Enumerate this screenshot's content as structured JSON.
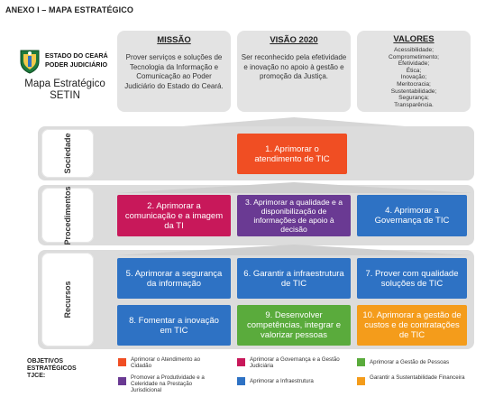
{
  "header": {
    "annex_title": "ANEXO I – MAPA ESTRATÉGICO"
  },
  "org": {
    "line1": "ESTADO DO CEARÁ",
    "line2": "PODER JUDICIÁRIO"
  },
  "map_title": "Mapa Estratégico SETIN",
  "mission": {
    "title": "MISSÃO",
    "text": "Prover serviços e soluções de Tecnologia da Informação e Comunicação ao Poder Judiciário do Estado do Ceará."
  },
  "vision": {
    "title": "VISÃO 2020",
    "text": "Ser reconhecido pela efetividade e inovação no apoio à gestão e promoção da Justiça."
  },
  "values": {
    "title": "VALORES",
    "items": [
      "Acessibilidade;",
      "Comprometimento;",
      "Efetividade;",
      "Ética;",
      "Inovação;",
      "Meritocracia;",
      "Sustentabilidade;",
      "Segurança;",
      "Transparência."
    ]
  },
  "perspectives": {
    "society": "Sociedade",
    "processes": "Procedimentos",
    "resources": "Recursos"
  },
  "objectives": {
    "o1": "1. Aprimorar o atendimento de TIC",
    "o2": "2. Aprimorar a comunicação e a imagem da TI",
    "o3": "3. Aprimorar a qualidade e a disponibilização de informações de apoio à decisão",
    "o4": "4. Aprimorar a Governança de TIC",
    "o5": "5. Aprimorar a segurança da informação",
    "o6": "6. Garantir a infraestrutura de TIC",
    "o7": "7. Prover com qualidade soluções de TIC",
    "o8": "8. Fomentar a inovação em TIC",
    "o9": "9. Desenvolver competências, integrar e valorizar pessoas",
    "o10": "10. Aprimorar a gestão de custos e de contratações de TIC"
  },
  "colors": {
    "red": "#f04e23",
    "pink": "#c8185a",
    "purple": "#6a3a93",
    "blue": "#2e72c4",
    "green": "#5aab3c",
    "orange": "#f49c1b"
  },
  "legend": {
    "title": "OBJETIVOS ESTRATÉGICOS TJCE:",
    "items": [
      {
        "label": "Aprimorar o Atendimento ao Cidadão",
        "color": "red"
      },
      {
        "label": "Promover a Produtividade e a Celeridade na Prestação Jurisdicional",
        "color": "purple"
      },
      {
        "label": "Aprimorar a Governança e a Gestão Judiciária",
        "color": "pink"
      },
      {
        "label": "Aprimorar a Infraestrutura",
        "color": "blue"
      },
      {
        "label": "Aprimorar a Gestão de Pessoas",
        "color": "green"
      },
      {
        "label": "Garantir a Sustentabilidade Financeira",
        "color": "orange"
      }
    ]
  }
}
